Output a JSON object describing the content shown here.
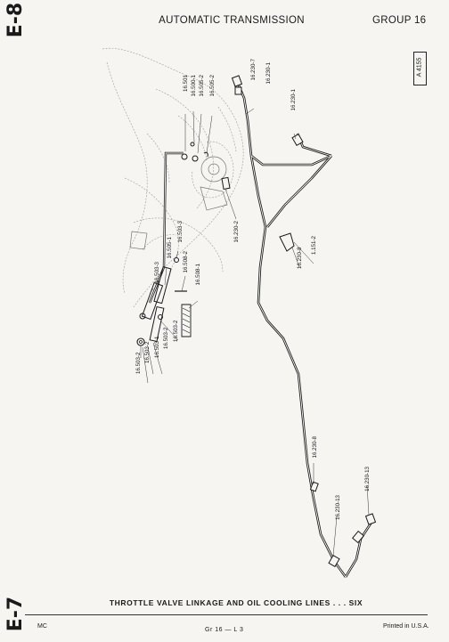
{
  "page_side_top": "E-8",
  "page_side_bottom": "E-7",
  "header": {
    "title": "AUTOMATIC TRANSMISSION",
    "group": "GROUP 16"
  },
  "figure_code": "A 4155",
  "caption": "THROTTLE VALVE LINKAGE AND OIL COOLING LINES . . . SIX",
  "footer": {
    "left": "MC",
    "center": "Gr 16 — L 3",
    "right": "Printed in U.S.A."
  },
  "callouts": [
    "16.230-7",
    "16.230-1",
    "16.230-1",
    "16.501",
    "16.500-1",
    "16.505-2",
    "16.505-2",
    "16.230-2",
    "16.503-3",
    "16.505-1",
    "16.503-3",
    "16.508-2",
    "16.508-1",
    "16.230-8",
    "1.151-2",
    "16.503-2",
    "16.503-2",
    "16.503-1",
    "16.503-2",
    "16.503-2",
    "16.230-8",
    "16.230-13",
    "16.230-13"
  ]
}
